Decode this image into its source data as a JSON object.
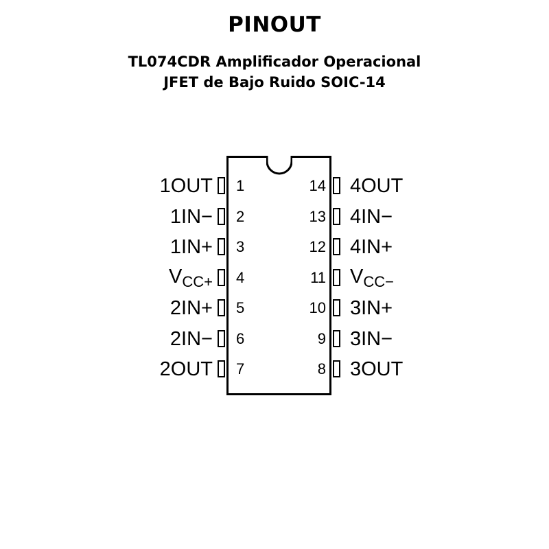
{
  "header": {
    "title": "PINOUT",
    "subtitle_line1": "TL074CDR Amplificador Operacional",
    "subtitle_line2": "JFET de Bajo Ruido SOIC-14"
  },
  "pins_left": [
    {
      "number": "1",
      "label": "1OUT"
    },
    {
      "number": "2",
      "label": "1IN−"
    },
    {
      "number": "3",
      "label": "1IN+"
    },
    {
      "number": "4",
      "label_main": "V",
      "label_sub": "CC+"
    },
    {
      "number": "5",
      "label": "2IN+"
    },
    {
      "number": "6",
      "label": "2IN−"
    },
    {
      "number": "7",
      "label": "2OUT"
    }
  ],
  "pins_right": [
    {
      "number": "14",
      "label": "4OUT"
    },
    {
      "number": "13",
      "label": "4IN−"
    },
    {
      "number": "12",
      "label": "4IN+"
    },
    {
      "number": "11",
      "label_main": "V",
      "label_sub": "CC−"
    },
    {
      "number": "10",
      "label": "3IN+"
    },
    {
      "number": "9",
      "label": "3IN−"
    },
    {
      "number": "8",
      "label": "3OUT"
    }
  ]
}
